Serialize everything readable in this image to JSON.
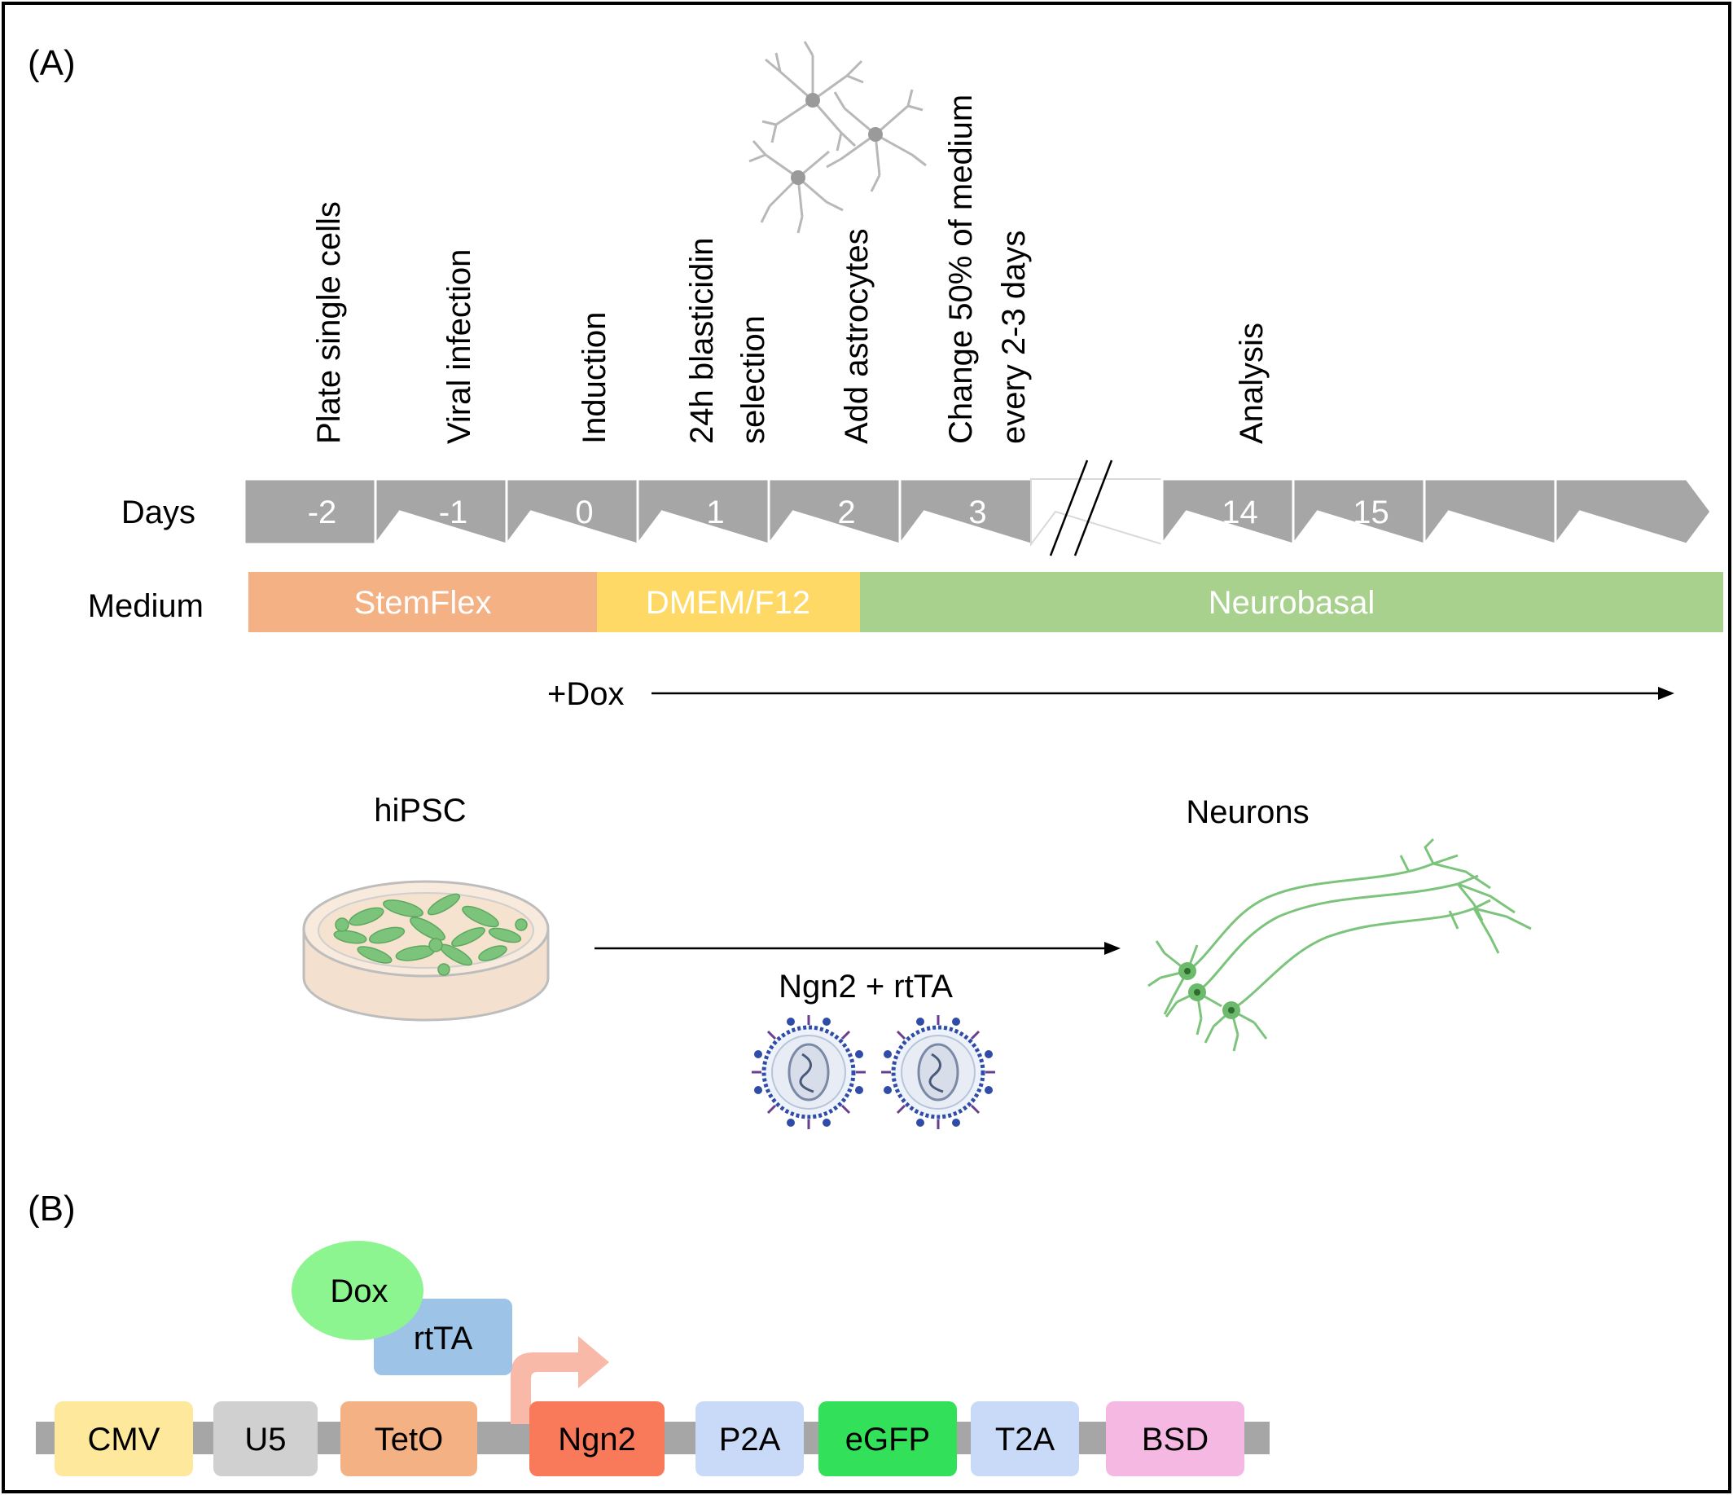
{
  "panel_a": {
    "label": "(A)",
    "events": [
      {
        "lines": [
          "Plate single cells"
        ],
        "day": "-2"
      },
      {
        "lines": [
          "Viral infection"
        ],
        "day": "-1"
      },
      {
        "lines": [
          "Induction"
        ],
        "day": "0"
      },
      {
        "lines": [
          "24h blasticidin",
          "selection"
        ],
        "day": "1"
      },
      {
        "lines": [
          "Add astrocytes"
        ],
        "day": "2"
      },
      {
        "lines": [
          "Change 50% of medium",
          "every 2-3 days"
        ],
        "day": "3"
      },
      {
        "lines": [
          "Analysis"
        ],
        "day": "14"
      }
    ],
    "days_label": "Days",
    "days": [
      "-2",
      "-1",
      "0",
      "1",
      "2",
      "3",
      "",
      "14",
      "15",
      "",
      ""
    ],
    "medium_label": "Medium",
    "media": [
      {
        "name": "StemFlex",
        "color": "#f4b183"
      },
      {
        "name": "DMEM/F12",
        "color": "#ffd966"
      },
      {
        "name": "Neurobasal",
        "color": "#a9d18e"
      }
    ],
    "dox_label": "+Dox",
    "hipsc_label": "hiPSC",
    "neurons_label": "Neurons",
    "virus_label": "Ngn2 + rtTA"
  },
  "panel_b": {
    "label": "(B)",
    "dox": {
      "label": "Dox",
      "color": "#8cf58f"
    },
    "rtta": {
      "label": "rtTA",
      "color": "#9dc3e6"
    },
    "elements": [
      {
        "name": "CMV",
        "color": "#fde89b"
      },
      {
        "name": "U5",
        "color": "#d0d0d0"
      },
      {
        "name": "TetO",
        "color": "#f4b183"
      },
      {
        "name": "Ngn2",
        "color": "#f87a5a"
      },
      {
        "name": "P2A",
        "color": "#c9daf8"
      },
      {
        "name": "eGFP",
        "color": "#33e05a"
      },
      {
        "name": "T2A",
        "color": "#c9daf8"
      },
      {
        "name": "BSD",
        "color": "#f5b8e3"
      }
    ]
  },
  "colors": {
    "timeline_arrow": "#a6a6a6",
    "backbone": "#a6a6a6",
    "cell_green": "#6cbb6c",
    "virus_blue": "#2f4da8"
  }
}
